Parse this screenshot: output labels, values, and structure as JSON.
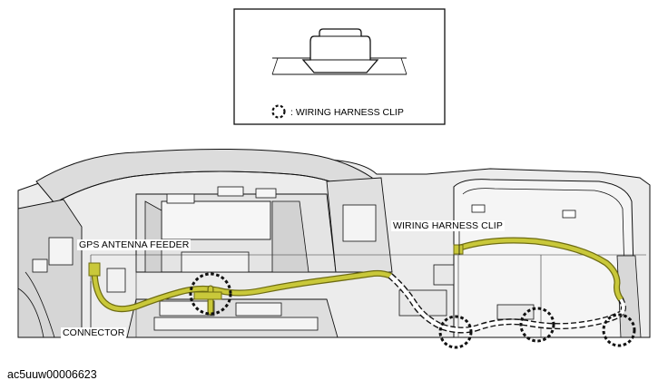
{
  "legend": {
    "symbol_icon": "dashed-circle-icon",
    "text": ": WIRING HARNESS CLIP"
  },
  "labels": {
    "gps_antenna_feeder": "GPS ANTENNA FEEDER",
    "wiring_harness_clip": "WIRING HARNESS CLIP",
    "connector": "CONNECTOR"
  },
  "figure_id": "ac5uuw00006623",
  "colors": {
    "harness": "#c9c83a",
    "harness_shadow": "#6e6c12",
    "line": "#111111",
    "panel_fill": "#e9e9e9",
    "panel_shade": "#c9c9c9"
  }
}
